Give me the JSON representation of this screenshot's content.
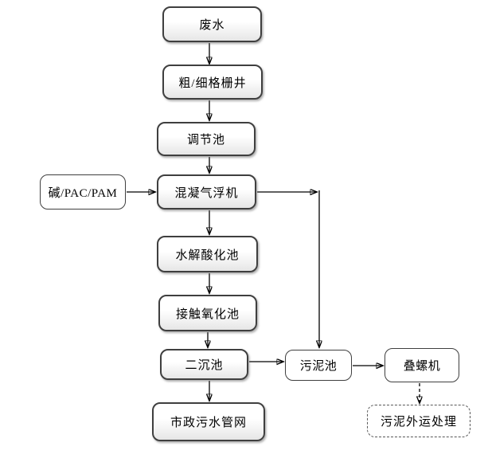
{
  "diagram": {
    "type": "flowchart",
    "background": "#ffffff",
    "colors": {
      "box_border": "#3f3f3f",
      "box_fill_top": "#ffffff",
      "box_fill_bottom": "#e6e6e6",
      "plain_box_fill": "#ffffff",
      "dashed_box_border": "#595959",
      "arrow": "#000000",
      "text": "#000000"
    },
    "nodes": {
      "wastewater": {
        "label": "废水"
      },
      "grid_well": {
        "label": "粗/细格栅井"
      },
      "regulation_tank": {
        "label": "调节池"
      },
      "dosing": {
        "label": "碱/PAC/PAM"
      },
      "coagulation_flotation": {
        "label": "混凝气浮机"
      },
      "hydrolysis_acidification": {
        "label": "水解酸化池"
      },
      "contact_oxidation": {
        "label": "接触氧化池"
      },
      "secondary_sedimentation": {
        "label": "二沉池"
      },
      "municipal_sewage_network": {
        "label": "市政污水管网"
      },
      "sludge_tank": {
        "label": "污泥池"
      },
      "screw_press": {
        "label": "叠螺机"
      },
      "sludge_offsite_disposal": {
        "label": "污泥外运处理"
      }
    },
    "edges": [
      {
        "from": "废水",
        "to": "粗/细格栅井",
        "style": "solid"
      },
      {
        "from": "粗/细格栅井",
        "to": "调节池",
        "style": "solid"
      },
      {
        "from": "调节池",
        "to": "混凝气浮机",
        "style": "solid"
      },
      {
        "from": "碱/PAC/PAM",
        "to": "混凝气浮机",
        "style": "solid"
      },
      {
        "from": "混凝气浮机",
        "to": "水解酸化池",
        "style": "solid"
      },
      {
        "from": "混凝气浮机",
        "to": "污泥池",
        "style": "solid"
      },
      {
        "from": "水解酸化池",
        "to": "接触氧化池",
        "style": "solid"
      },
      {
        "from": "接触氧化池",
        "to": "二沉池",
        "style": "solid"
      },
      {
        "from": "二沉池",
        "to": "市政污水管网",
        "style": "solid"
      },
      {
        "from": "二沉池",
        "to": "污泥池",
        "style": "solid"
      },
      {
        "from": "污泥池",
        "to": "叠螺机",
        "style": "solid"
      },
      {
        "from": "叠螺机",
        "to": "污泥外运处理",
        "style": "dashed"
      }
    ]
  }
}
